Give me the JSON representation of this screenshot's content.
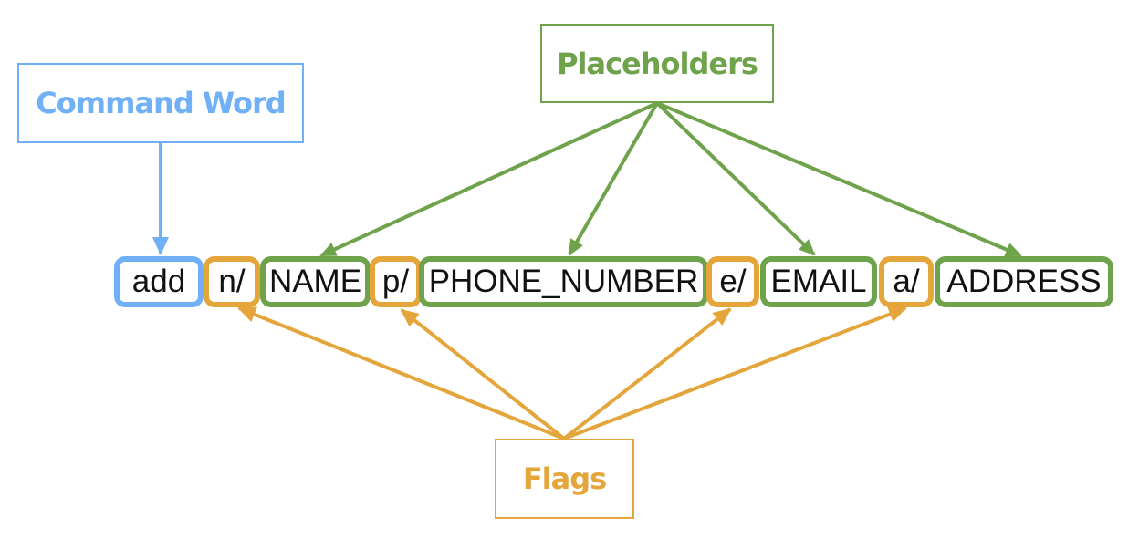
{
  "labels": {
    "command_word": "Command Word",
    "placeholders": "Placeholders",
    "flags": "Flags"
  },
  "tokens": {
    "command": "add",
    "flag_name": "n/",
    "name": "NAME",
    "flag_phone": "p/",
    "phone": "PHONE_NUMBER",
    "flag_email": "e/",
    "email": "EMAIL",
    "flag_address": "a/",
    "address": "ADDRESS"
  },
  "colors": {
    "command": "#6fb0f6",
    "placeholder": "#6ea24b",
    "flag": "#e4a53a",
    "text": "#111111"
  }
}
